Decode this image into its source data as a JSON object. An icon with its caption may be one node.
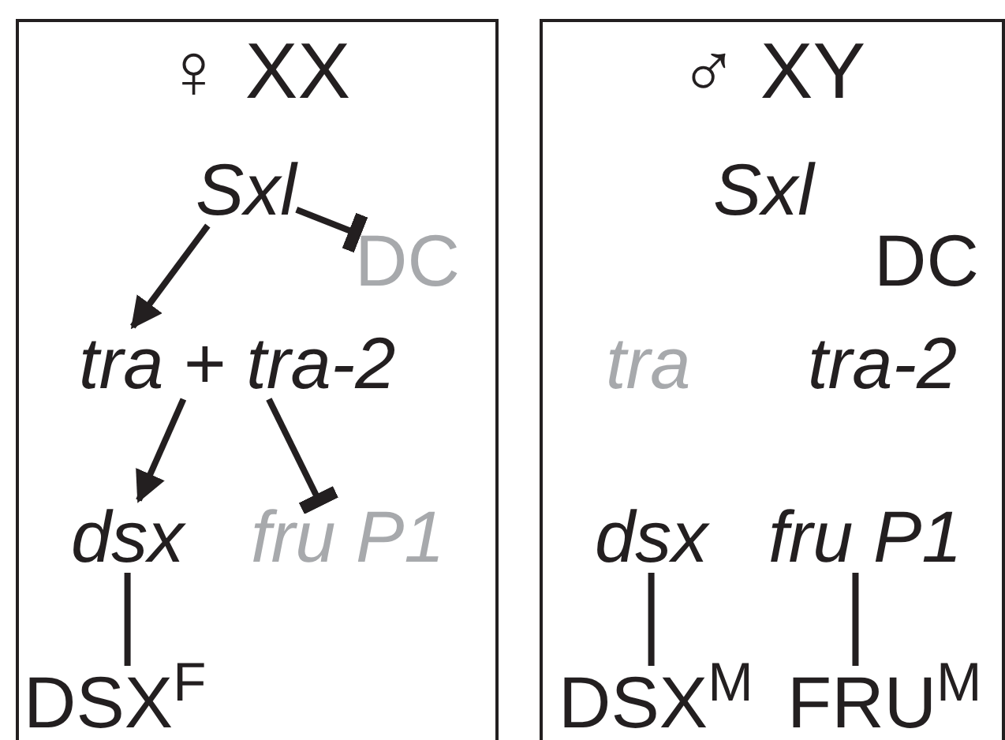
{
  "diagram": {
    "nodes": [
      {
        "text": [
          "♀ XX"
        ]
      },
      {
        "text": [
          "Sxl"
        ],
        "in": 0
      },
      {
        "text": [
          "DC"
        ],
        "in": 0
      },
      {
        "text": [
          "*tra* + *tra-2*"
        ],
        "in": 0
      },
      {
        "text": [
          "dsx"
        ],
        "in": 0
      },
      {
        "text": [
          "fru P1"
        ],
        "in": 0
      },
      {
        "text": [
          "DSX$^{F}$"
        ],
        "in": 0
      },
      {
        "text": [
          "♂ XY"
        ]
      },
      {
        "text": [
          "Sxl"
        ],
        "in": 7
      },
      {
        "text": [
          "DC"
        ],
        "in": 7
      },
      {
        "text": [
          "tra"
        ],
        "in": 7
      },
      {
        "text": [
          "tra-2"
        ],
        "in": 7
      },
      {
        "text": [
          "dsx"
        ],
        "in": 7
      },
      {
        "text": [
          "fru P1"
        ],
        "in": 7
      },
      {
        "text": [
          "DSX$^{M}$"
        ],
        "in": 7
      },
      {
        "text": [
          "FRU$^{M}$"
        ],
        "in": 7
      }
    ],
    "edges": [
      {
        "from": 1,
        "to": 2,
        "arrow": "other"
      },
      {
        "from": 1,
        "to": 3,
        "arrow": "to"
      },
      {
        "from": 3,
        "to": 4,
        "arrow": "to"
      },
      {
        "from": 3,
        "to": 5,
        "arrow": "other"
      },
      {
        "from": 4,
        "to": 6,
        "arrow": "none"
      },
      {
        "from": 12,
        "to": 14,
        "arrow": "none"
      },
      {
        "from": 13,
        "to": 15,
        "arrow": "none"
      }
    ]
  }
}
